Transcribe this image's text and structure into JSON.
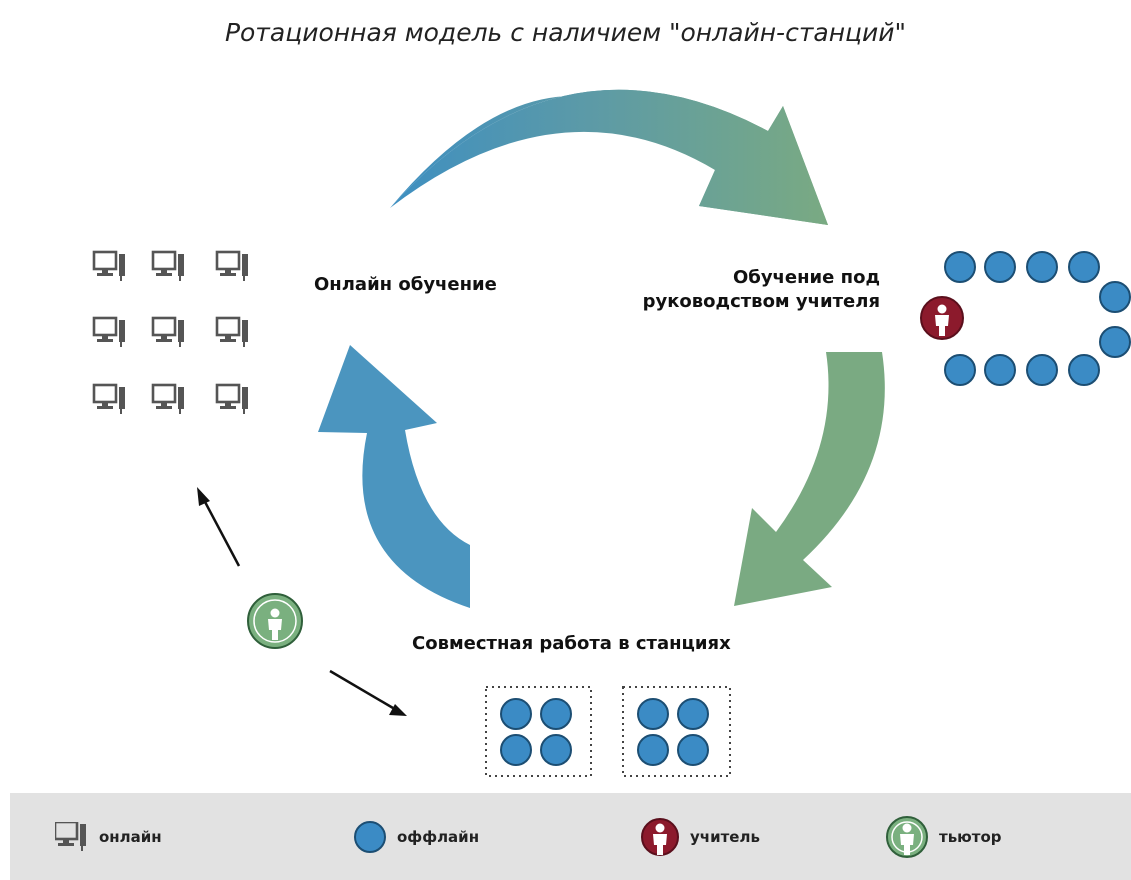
{
  "title": "Ротационная модель с наличием \"онлайн-станций\"",
  "labels": {
    "online": "Онлайн обучение",
    "teacher_line1": "Обучение под",
    "teacher_line2": "руководством учителя",
    "stations": "Совместная работа в станциях"
  },
  "legend": {
    "online": "онлайн",
    "offline": "оффлайн",
    "teacher": "учитель",
    "tutor": "тьютор"
  },
  "colors": {
    "blue": "#4b95bf",
    "green": "#7aaa82",
    "circle_fill": "#3b8bc5",
    "circle_stroke": "#1c4e73",
    "teacher": "#8c1a2c",
    "tutor": "#7ab07f",
    "computer": "#555555",
    "legend_bg": "#e2e2e2"
  }
}
